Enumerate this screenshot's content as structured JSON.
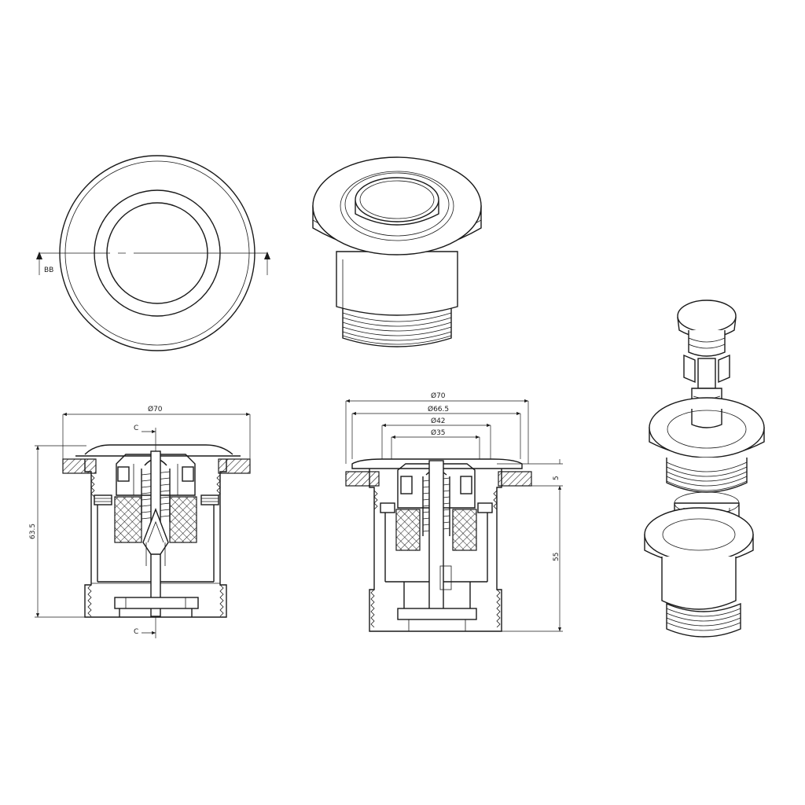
{
  "top_view": {
    "section_label": "BB"
  },
  "section_c": {
    "diameter_label": "Ø70",
    "height_label": "63.5",
    "cut_label_top": "C",
    "cut_label_bottom": "C"
  },
  "section_b": {
    "dia_outer": "Ø70",
    "dia_flange": "Ø66.5",
    "dia_inner": "Ø42",
    "dia_cap": "Ø35",
    "dim_flange": "5",
    "dim_height": "55"
  }
}
